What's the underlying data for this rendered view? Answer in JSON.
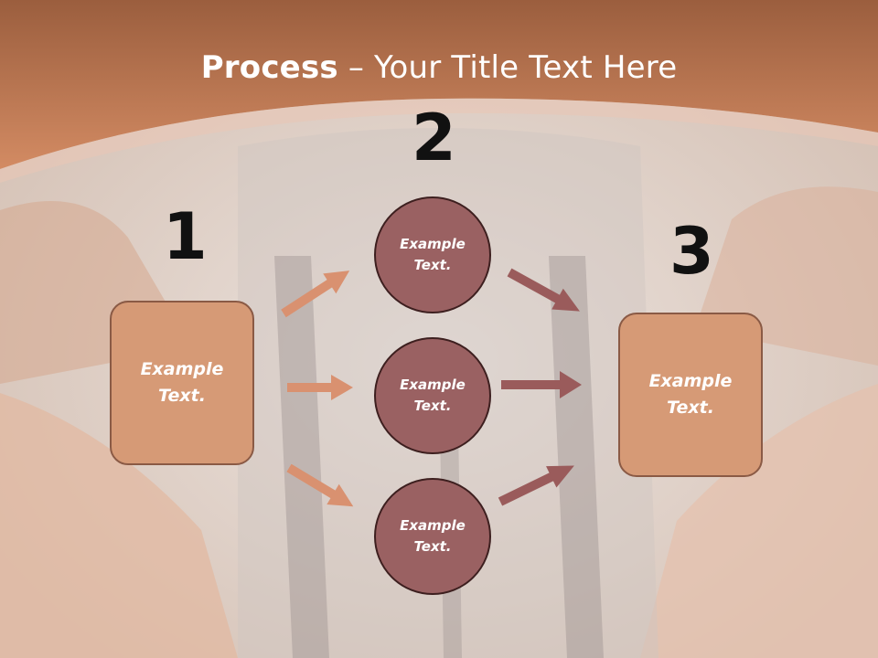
{
  "title": {
    "bold": "Process",
    "rest": " – Your Title Text Here"
  },
  "steps": [
    {
      "number": "1",
      "text": "Example Text."
    },
    {
      "number": "2",
      "circles": [
        "Example Text.",
        "Example Text.",
        "Example Text."
      ]
    },
    {
      "number": "3",
      "text": "Example Text."
    }
  ],
  "colors": {
    "header": "#c8805a",
    "box_fill": "#d69a76",
    "circle_fill": "#9a6162",
    "arrow_left": "#d99170",
    "arrow_right": "#9a5b5b"
  }
}
